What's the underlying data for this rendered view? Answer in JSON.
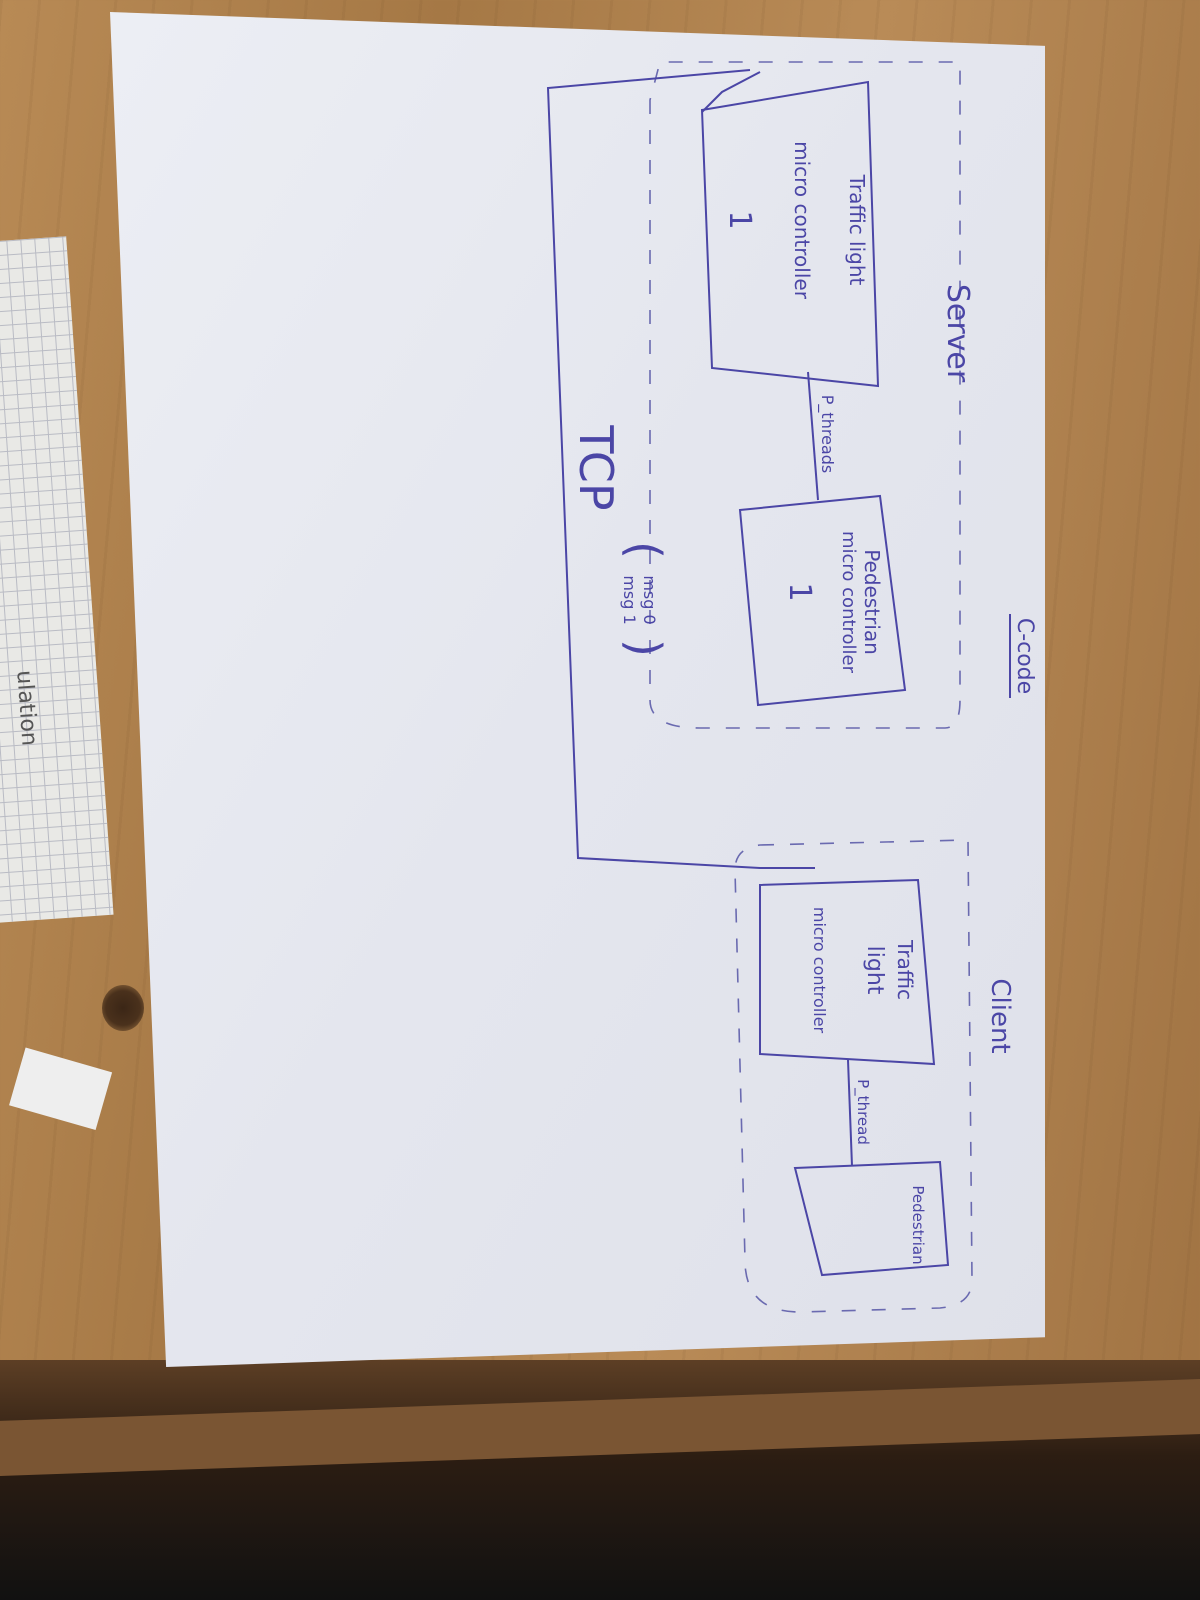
{
  "title": "C-code",
  "server": {
    "label": "Server",
    "traffic_box": {
      "line1": "Traffic light",
      "line2": "micro controller",
      "number": "1"
    },
    "pedestrian_box": {
      "line1": "Pedestrian",
      "line2": "micro controller",
      "number": "1"
    },
    "link_label": "P_threads"
  },
  "client": {
    "label": "Client",
    "traffic_box": {
      "line1": "Traffic",
      "line2": "light",
      "line3": "micro controller"
    },
    "pedestrian_box": {
      "line1": "Pedestrian"
    },
    "link_label": "P_thread"
  },
  "tcp": {
    "label": "TCP",
    "msg_top": "msg 0",
    "msg_bottom": "msg 1"
  },
  "side_sheet": {
    "text": "ulation"
  },
  "ink_color": "#4b46a6"
}
